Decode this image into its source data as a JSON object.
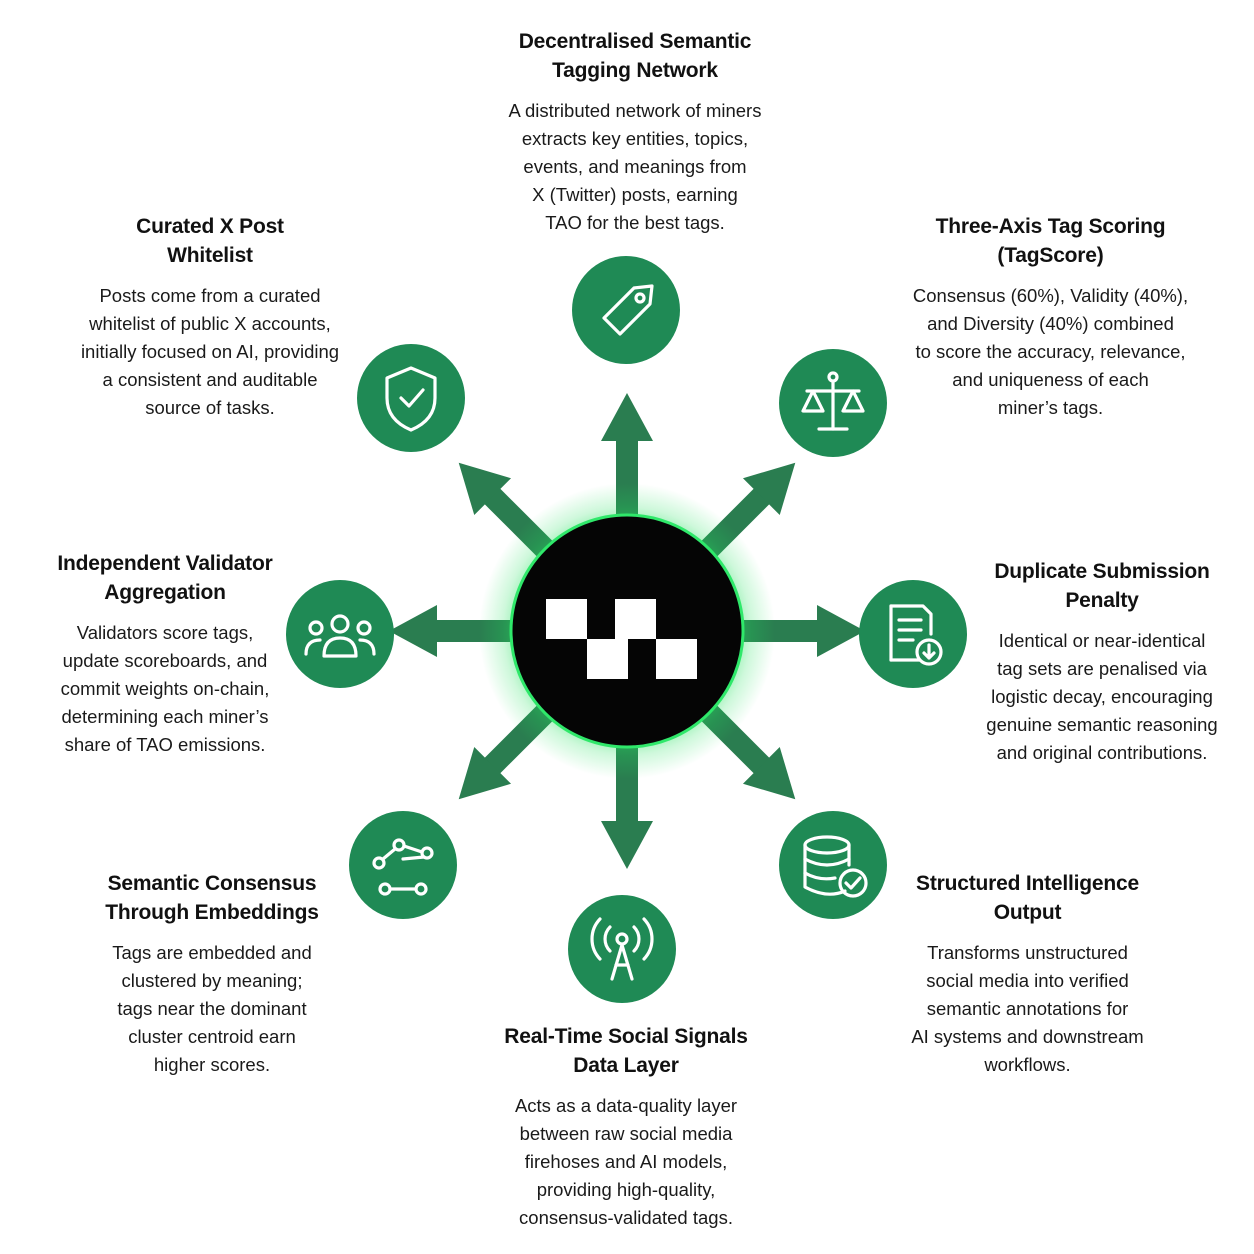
{
  "colors": {
    "primary_green": "#1f8a55",
    "arrow_green": "#2a7d50",
    "glow_green": "#22e05c",
    "center_black": "#050505",
    "logo_white": "#ffffff",
    "icon_white": "#ffffff",
    "text": "#111111"
  },
  "center": {
    "logo_icon": "checkered-pixel-logo-icon"
  },
  "nodes": [
    {
      "id": "top",
      "icon": "tag-icon",
      "title": "Decentralised Semantic\nTagging Network",
      "desc": "A distributed network of miners\nextracts key entities, topics,\nevents, and meanings from\nX (Twitter) posts, earning\nTAO for the best tags."
    },
    {
      "id": "top-right",
      "icon": "balance-scale-icon",
      "title": "Three-Axis Tag Scoring\n(TagScore)",
      "desc": "Consensus (60%), Validity (40%),\nand Diversity (40%) combined\nto score the accuracy, relevance,\nand uniqueness of each\nminer’s tags."
    },
    {
      "id": "right",
      "icon": "document-download-icon",
      "title": "Duplicate Submission\nPenalty",
      "desc": "Identical or near-identical\ntag sets are penalised via\nlogistic decay, encouraging\ngenuine semantic reasoning\nand original contributions."
    },
    {
      "id": "bottom-right",
      "icon": "database-check-icon",
      "title": "Structured Intelligence\nOutput",
      "desc": "Transforms unstructured\nsocial media into verified\nsemantic annotations for\nAI systems and downstream\nworkflows."
    },
    {
      "id": "bottom",
      "icon": "broadcast-antenna-icon",
      "title": "Real-Time Social Signals\nData Layer",
      "desc": "Acts as a data-quality layer\nbetween raw social media\nfirehoses and AI models,\nproviding high-quality,\nconsensus-validated tags."
    },
    {
      "id": "bottom-left",
      "icon": "connected-nodes-icon",
      "title": "Semantic Consensus\nThrough Embeddings",
      "desc": "Tags are embedded and\nclustered by meaning;\ntags near the dominant\ncluster centroid earn\nhigher scores."
    },
    {
      "id": "left",
      "icon": "user-group-icon",
      "title": "Independent Validator\nAggregation",
      "desc": "Validators score tags,\nupdate scoreboards, and\ncommit weights on-chain,\ndetermining each miner’s\nshare of TAO emissions."
    },
    {
      "id": "top-left",
      "icon": "shield-check-icon",
      "title": "Curated X Post\nWhitelist",
      "desc": "Posts come from a curated\nwhitelist of public X accounts,\ninitially focused on AI, providing\na consistent and auditable\nsource of tasks."
    }
  ]
}
